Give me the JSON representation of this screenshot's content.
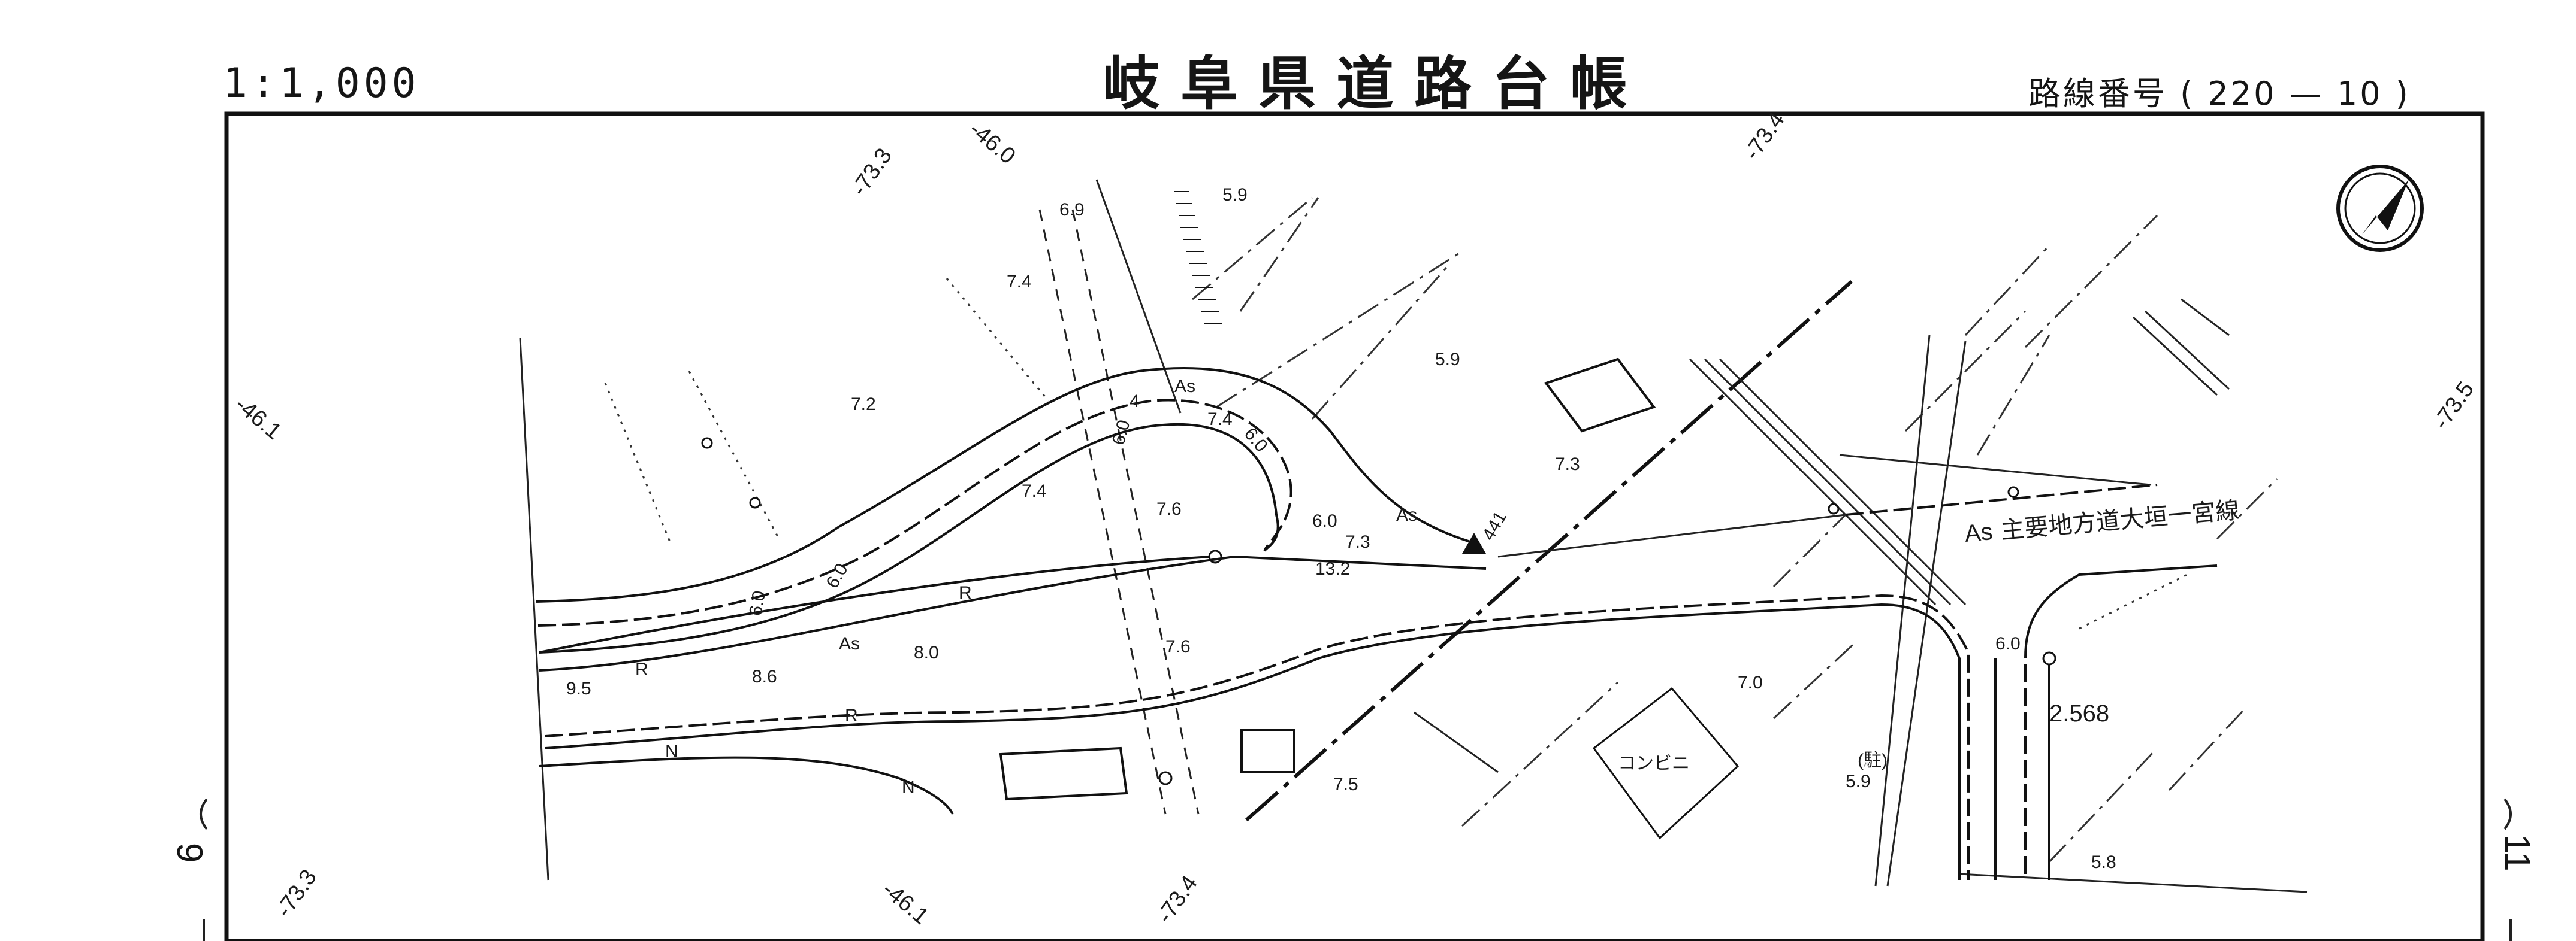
{
  "header": {
    "scale": "1:1,000",
    "title": "岐阜県道路台帳",
    "route_label": "路線番号",
    "route_open": "(",
    "route_number": "220",
    "route_dash": "—",
    "route_sub": "10",
    "route_close": ")"
  },
  "sheet_numbers": {
    "left": "9",
    "right": "11"
  },
  "grid_coords": {
    "top_a": "-73.3",
    "top_b": "-46.0",
    "top_c": "-73.4",
    "left_a": "-46.1",
    "right_a": "-73.5",
    "bot_a": "-73.3",
    "bot_b": "-46.1",
    "bot_c": "-73.4"
  },
  "road_name": "主要地方道大垣一宮線",
  "surface_labels": {
    "as1": "As",
    "as2": "As",
    "as3": "As",
    "as4": "As"
  },
  "store_label": "コンビニ",
  "parking_label": "(駐)",
  "benchmarks": {
    "bm1": "441",
    "bm2": "2.568"
  },
  "elevations": {
    "e1": "6.9",
    "e2": "5.9",
    "e3": "7.4",
    "e4": "7.2",
    "e5": "5.9",
    "e6": "7.3",
    "e7": "7.4",
    "e8": "7.6",
    "e9": "7.3",
    "e10": "7.4",
    "e11": "9.5",
    "e12": "8.6",
    "e13": "8.0",
    "e14": "7.6",
    "e15": "7.0",
    "e16": "7.5",
    "e17": "5.9",
    "e18": "5.8",
    "e19": "13.2",
    "e20": "6.0",
    "e21": "6.0"
  },
  "dims": {
    "d1": "6.0",
    "d2": "6.0",
    "d3": "6.0",
    "d4": "6.0",
    "d5": "4"
  },
  "marks": {
    "r1": "R",
    "r2": "R",
    "r3": "R",
    "n1": "N",
    "n2": "N"
  },
  "icons": {
    "north_arrow": "north-arrow-icon",
    "benchmark": "benchmark-triangle-icon"
  }
}
